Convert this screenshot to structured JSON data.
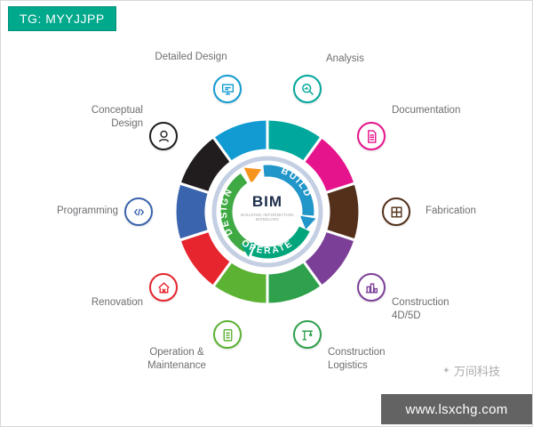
{
  "badge": {
    "label": "TG: MYYJJPP",
    "color": "#00a88c"
  },
  "center": {
    "title": "BIM",
    "subtitle": "BUILDING INFORMATION MODELING"
  },
  "cycle": {
    "design": {
      "label": "DESIGN",
      "color": "#3faa44"
    },
    "build": {
      "label": "BUILD",
      "color": "#2196c9"
    },
    "operate": {
      "label": "OPERATE",
      "color": "#00a57c"
    },
    "arrow_color": "#f7941e"
  },
  "ring": {
    "color": "#c4cfe3"
  },
  "segments": [
    {
      "label": "Analysis",
      "color": "#00a79c"
    },
    {
      "label": "Documentation",
      "color": "#e5148c"
    },
    {
      "label": "Fabrication",
      "color": "#54301a"
    },
    {
      "label": "Construction 4D/5D",
      "color": "#7c3f98"
    },
    {
      "label": "Construction Logistics",
      "color": "#2fa14c"
    },
    {
      "label": "Operation & Maintenance",
      "color": "#5cb233"
    },
    {
      "label": "Renovation",
      "color": "#e6252e"
    },
    {
      "label": "Programming",
      "color": "#3a64ad"
    },
    {
      "label": "Conceptual Design",
      "color": "#211d1e"
    },
    {
      "label": "Detailed Design",
      "color": "#119bd2"
    }
  ],
  "watermark": {
    "brand": "万间科技",
    "url": "www.lsxchg.com"
  }
}
